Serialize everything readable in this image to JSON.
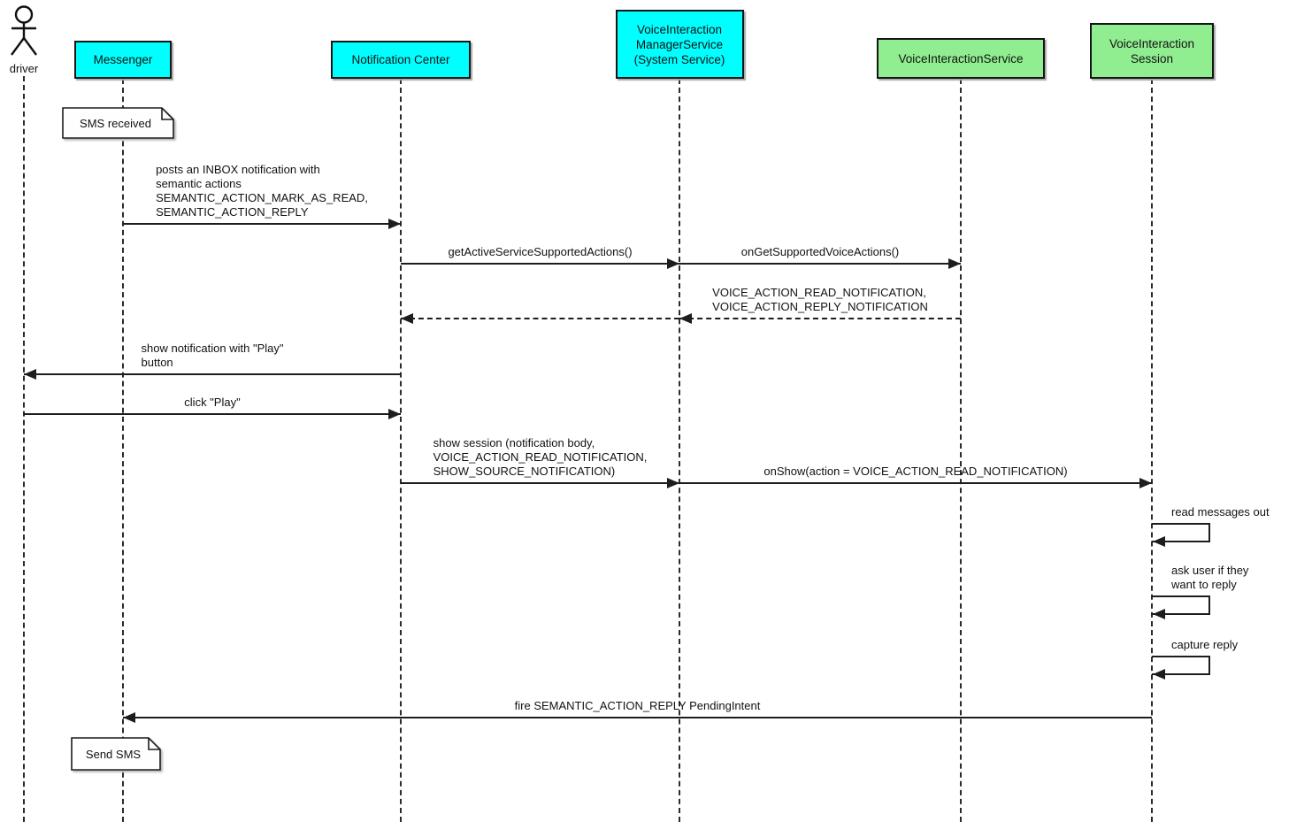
{
  "diagram": {
    "type": "sequence",
    "actor": {
      "id": "driver",
      "label": "driver"
    },
    "participants": [
      {
        "id": "messenger",
        "label": "Messenger",
        "color": "#00FFFF"
      },
      {
        "id": "notification-center",
        "label": "Notification Center",
        "color": "#00FFFF"
      },
      {
        "id": "voice-interaction-manager-service",
        "label": "VoiceInteraction\nManagerService\n(System Service)",
        "color": "#00FFFF"
      },
      {
        "id": "voice-interaction-service",
        "label": "VoiceInteractionService",
        "color": "#90EE90"
      },
      {
        "id": "voice-interaction-session",
        "label": "VoiceInteraction\nSession",
        "color": "#90EE90"
      }
    ],
    "notes": [
      {
        "attached_to": "messenger",
        "label": "SMS received"
      },
      {
        "attached_to": "messenger",
        "label": "Send SMS"
      }
    ],
    "messages": [
      {
        "from": "messenger",
        "to": "notification-center",
        "type": "solid",
        "label": "posts an INBOX notification with\nsemantic actions\nSEMANTIC_ACTION_MARK_AS_READ,\nSEMANTIC_ACTION_REPLY"
      },
      {
        "from": "notification-center",
        "to": "voice-interaction-manager-service",
        "type": "solid",
        "label": "getActiveServiceSupportedActions()"
      },
      {
        "from": "voice-interaction-manager-service",
        "to": "voice-interaction-service",
        "type": "solid",
        "label": "onGetSupportedVoiceActions()"
      },
      {
        "from": "voice-interaction-service",
        "to": "voice-interaction-manager-service",
        "type": "return",
        "label": "VOICE_ACTION_READ_NOTIFICATION,\nVOICE_ACTION_REPLY_NOTIFICATION"
      },
      {
        "from": "voice-interaction-manager-service",
        "to": "notification-center",
        "type": "return",
        "label": ""
      },
      {
        "from": "notification-center",
        "to": "driver",
        "type": "solid",
        "label": "show notification with \"Play\"\nbutton"
      },
      {
        "from": "driver",
        "to": "notification-center",
        "type": "solid",
        "label": "click \"Play\""
      },
      {
        "from": "notification-center",
        "to": "voice-interaction-manager-service",
        "type": "solid",
        "label": "show session (notification body,\nVOICE_ACTION_READ_NOTIFICATION,\nSHOW_SOURCE_NOTIFICATION)"
      },
      {
        "from": "voice-interaction-manager-service",
        "to": "voice-interaction-session",
        "type": "solid",
        "label": "onShow(action = VOICE_ACTION_READ_NOTIFICATION)"
      },
      {
        "from": "voice-interaction-session",
        "to": "voice-interaction-session",
        "type": "self",
        "label": "read messages out"
      },
      {
        "from": "voice-interaction-session",
        "to": "voice-interaction-session",
        "type": "self",
        "label": "ask user if they\nwant to reply"
      },
      {
        "from": "voice-interaction-session",
        "to": "voice-interaction-session",
        "type": "self",
        "label": "capture reply"
      },
      {
        "from": "voice-interaction-session",
        "to": "messenger",
        "type": "solid",
        "label": "fire SEMANTIC_ACTION_REPLY PendingIntent"
      }
    ],
    "colors": {
      "participant_cyan": "#00FFFF",
      "participant_green": "#90EE90",
      "line": "#1d1d1d",
      "background": "#FFFFFF"
    }
  }
}
